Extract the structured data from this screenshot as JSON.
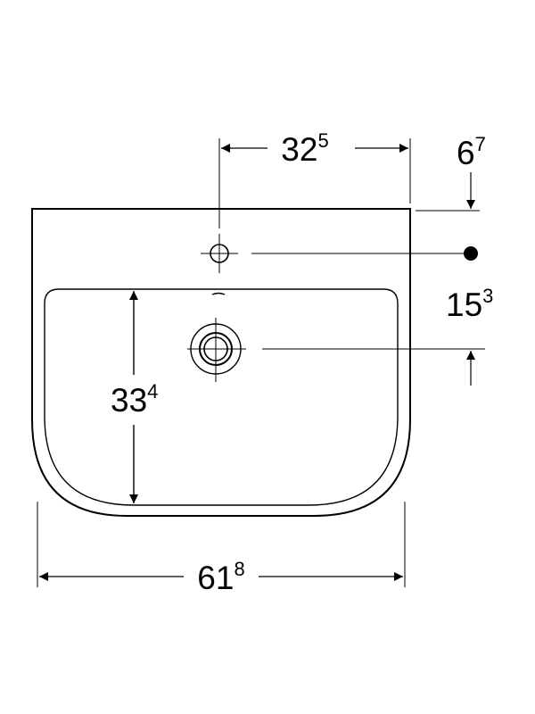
{
  "dimensions": {
    "tap_hole_offset": {
      "main": "32",
      "sup": "5"
    },
    "top_to_tap": {
      "main": "6",
      "sup": "7"
    },
    "tap_to_drain": {
      "main": "15",
      "sup": "3"
    },
    "bowl_depth": {
      "main": "33",
      "sup": "4"
    },
    "overall_width": {
      "main": "61",
      "sup": "8"
    }
  },
  "colors": {
    "line": "#000000",
    "background": "#ffffff"
  }
}
